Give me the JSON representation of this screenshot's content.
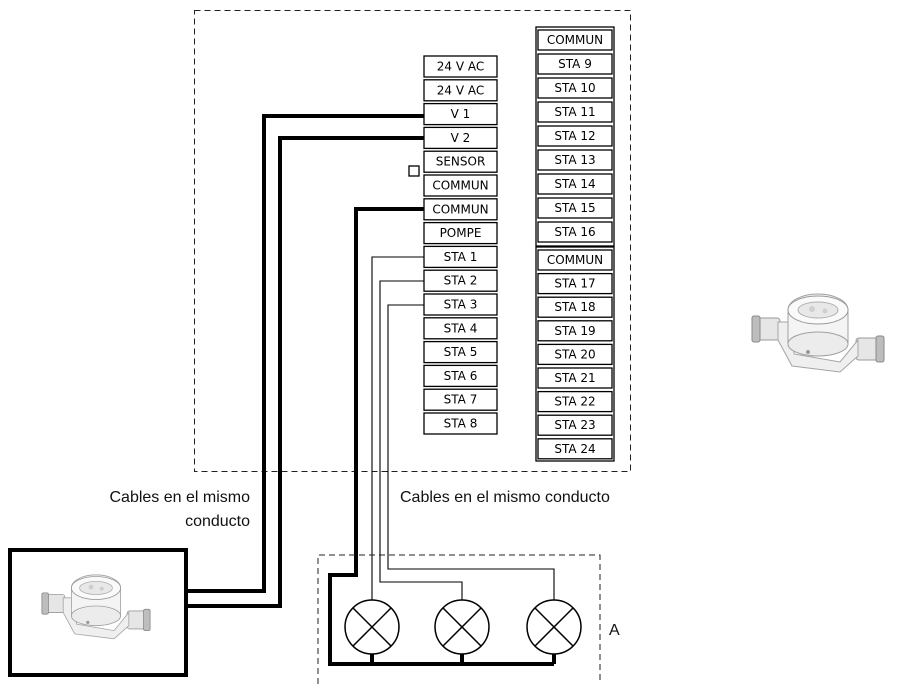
{
  "controller": {
    "left_terminals": [
      "24 V AC",
      "24 V AC",
      "V 1",
      "V 2",
      "SENSOR",
      "COMMUN",
      "COMMUN",
      "POMPE",
      "STA 1",
      "STA 2",
      "STA 3",
      "STA 4",
      "STA 5",
      "STA 6",
      "STA 7",
      "STA 8"
    ],
    "module_1_terminals": [
      "COMMUN",
      "STA 9",
      "STA 10",
      "STA 11",
      "STA 12",
      "STA 13",
      "STA 14",
      "STA 15",
      "STA 16"
    ],
    "module_2_terminals": [
      "COMMUN",
      "STA 17",
      "STA 18",
      "STA 19",
      "STA 20",
      "STA 21",
      "STA 22",
      "STA 23",
      "STA 24"
    ]
  },
  "captions": {
    "left_line1": "Cables en el mismo",
    "left_line2": "conducto",
    "center": "Cables en el mismo conducto",
    "valve_group_label": "A"
  },
  "icons": {
    "flow_meter": "water-meter-icon",
    "valve": "solenoid-valve-icon"
  },
  "colors": {
    "line": "#000000",
    "meter_body": "#d9d9d9"
  }
}
